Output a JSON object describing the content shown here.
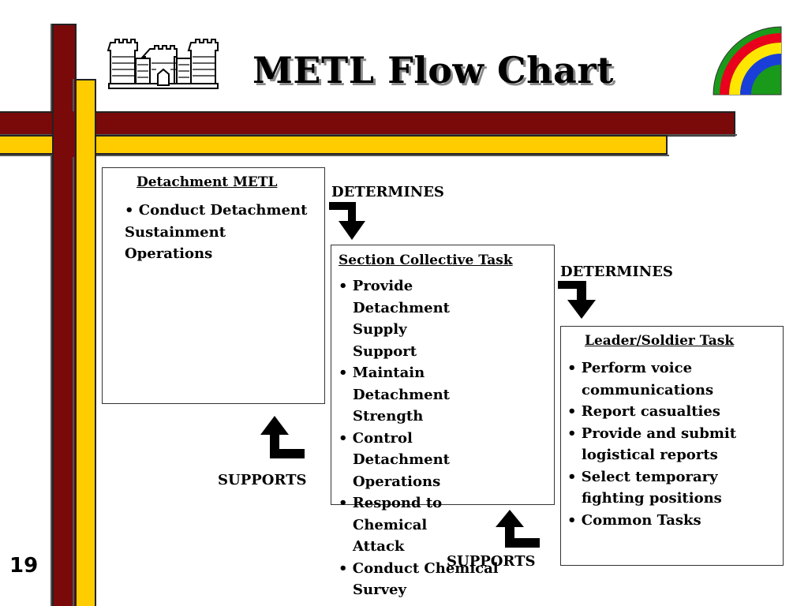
{
  "slide": {
    "title": "METL Flow Chart",
    "page_number": "19",
    "colors": {
      "maroon_bar": "#7a0a0a",
      "gold_bar": "#ffcc00",
      "rainbow_green": "#1a9a1a",
      "rainbow_red": "#e8001c",
      "rainbow_yellow": "#ffe600",
      "rainbow_blue": "#1a3fd8"
    },
    "icons": [
      "castle-logo-icon",
      "rainbow-patch-icon"
    ]
  },
  "detachment_metl": {
    "heading": "Detachment METL",
    "items": [
      "Conduct Detachment Sustainment Operations"
    ]
  },
  "section_collective_task": {
    "heading": "Section Collective Task",
    "items": [
      "Provide Detachment Supply Support",
      "Maintain Detachment Strength",
      "Control Detachment Operations",
      "Respond to Chemical Attack",
      "Conduct Chemical Survey"
    ]
  },
  "leader_soldier_task": {
    "heading": "Leader/Soldier Task",
    "items": [
      "Perform voice communications",
      "Report casualties",
      "Provide and submit logistical reports",
      "Select temporary fighting positions",
      "Common Tasks"
    ]
  },
  "connectors": {
    "determines_1": "DETERMINES",
    "determines_2": "DETERMINES",
    "supports_1": "SUPPORTS",
    "supports_2": "SUPPORTS"
  }
}
